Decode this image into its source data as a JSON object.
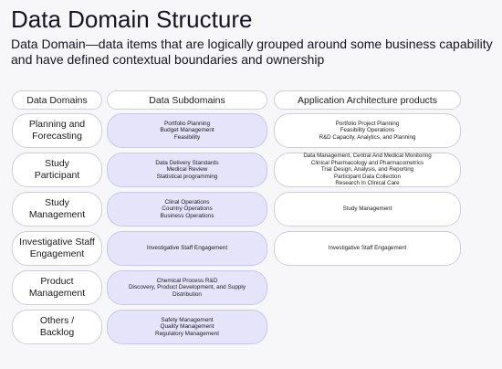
{
  "title": "Data Domain Structure",
  "subtitle": "Data Domain—data items that are logically grouped around some business capability and have defined contextual boundaries and ownership",
  "headers": {
    "domains": "Data Domains",
    "subdomains": "Data Subdomains",
    "apps": "Application Architecture products"
  },
  "rows": [
    {
      "domain": [
        "Planning and",
        "Forecasting"
      ],
      "subdomains": [
        "Portfolio Planning",
        "Budget Management",
        "Feasibility"
      ],
      "apps": [
        "Portfolio Project Planning",
        "Feasibility Operations",
        "R&D Capacity, Analytics, and Planning"
      ]
    },
    {
      "domain": [
        "Study",
        "Participant"
      ],
      "subdomains": [
        "Data Delivery Standards",
        "Medical Review",
        "Statistical programming"
      ],
      "apps": [
        "Data Management, Central And Medical Monitoring",
        "Clinical Pharmacology and Pharmacometrics",
        "Trial Design, Analysis, and Reporting",
        "Participant Data Collection",
        "Research In Clinical Care"
      ]
    },
    {
      "domain": [
        "Study",
        "Management"
      ],
      "subdomains": [
        "Clinal Operations",
        "Country Operations",
        "Business Operations"
      ],
      "apps": [
        "Study Management"
      ]
    },
    {
      "domain": [
        "Investigative Staff",
        "Engagement"
      ],
      "subdomains": [
        "Investigative Staff Engagement"
      ],
      "apps": [
        "Investigative Staff Engagement"
      ]
    },
    {
      "domain": [
        "Product",
        "Management"
      ],
      "subdomains": [
        "Chemical Process R&D",
        "Discovery, Product Development, and Supply",
        "Distribution"
      ],
      "apps": []
    },
    {
      "domain": [
        "Others /",
        "Backlog"
      ],
      "subdomains": [
        "Safety Management",
        "Quality Management",
        "Regulatory Management"
      ],
      "apps": []
    }
  ]
}
